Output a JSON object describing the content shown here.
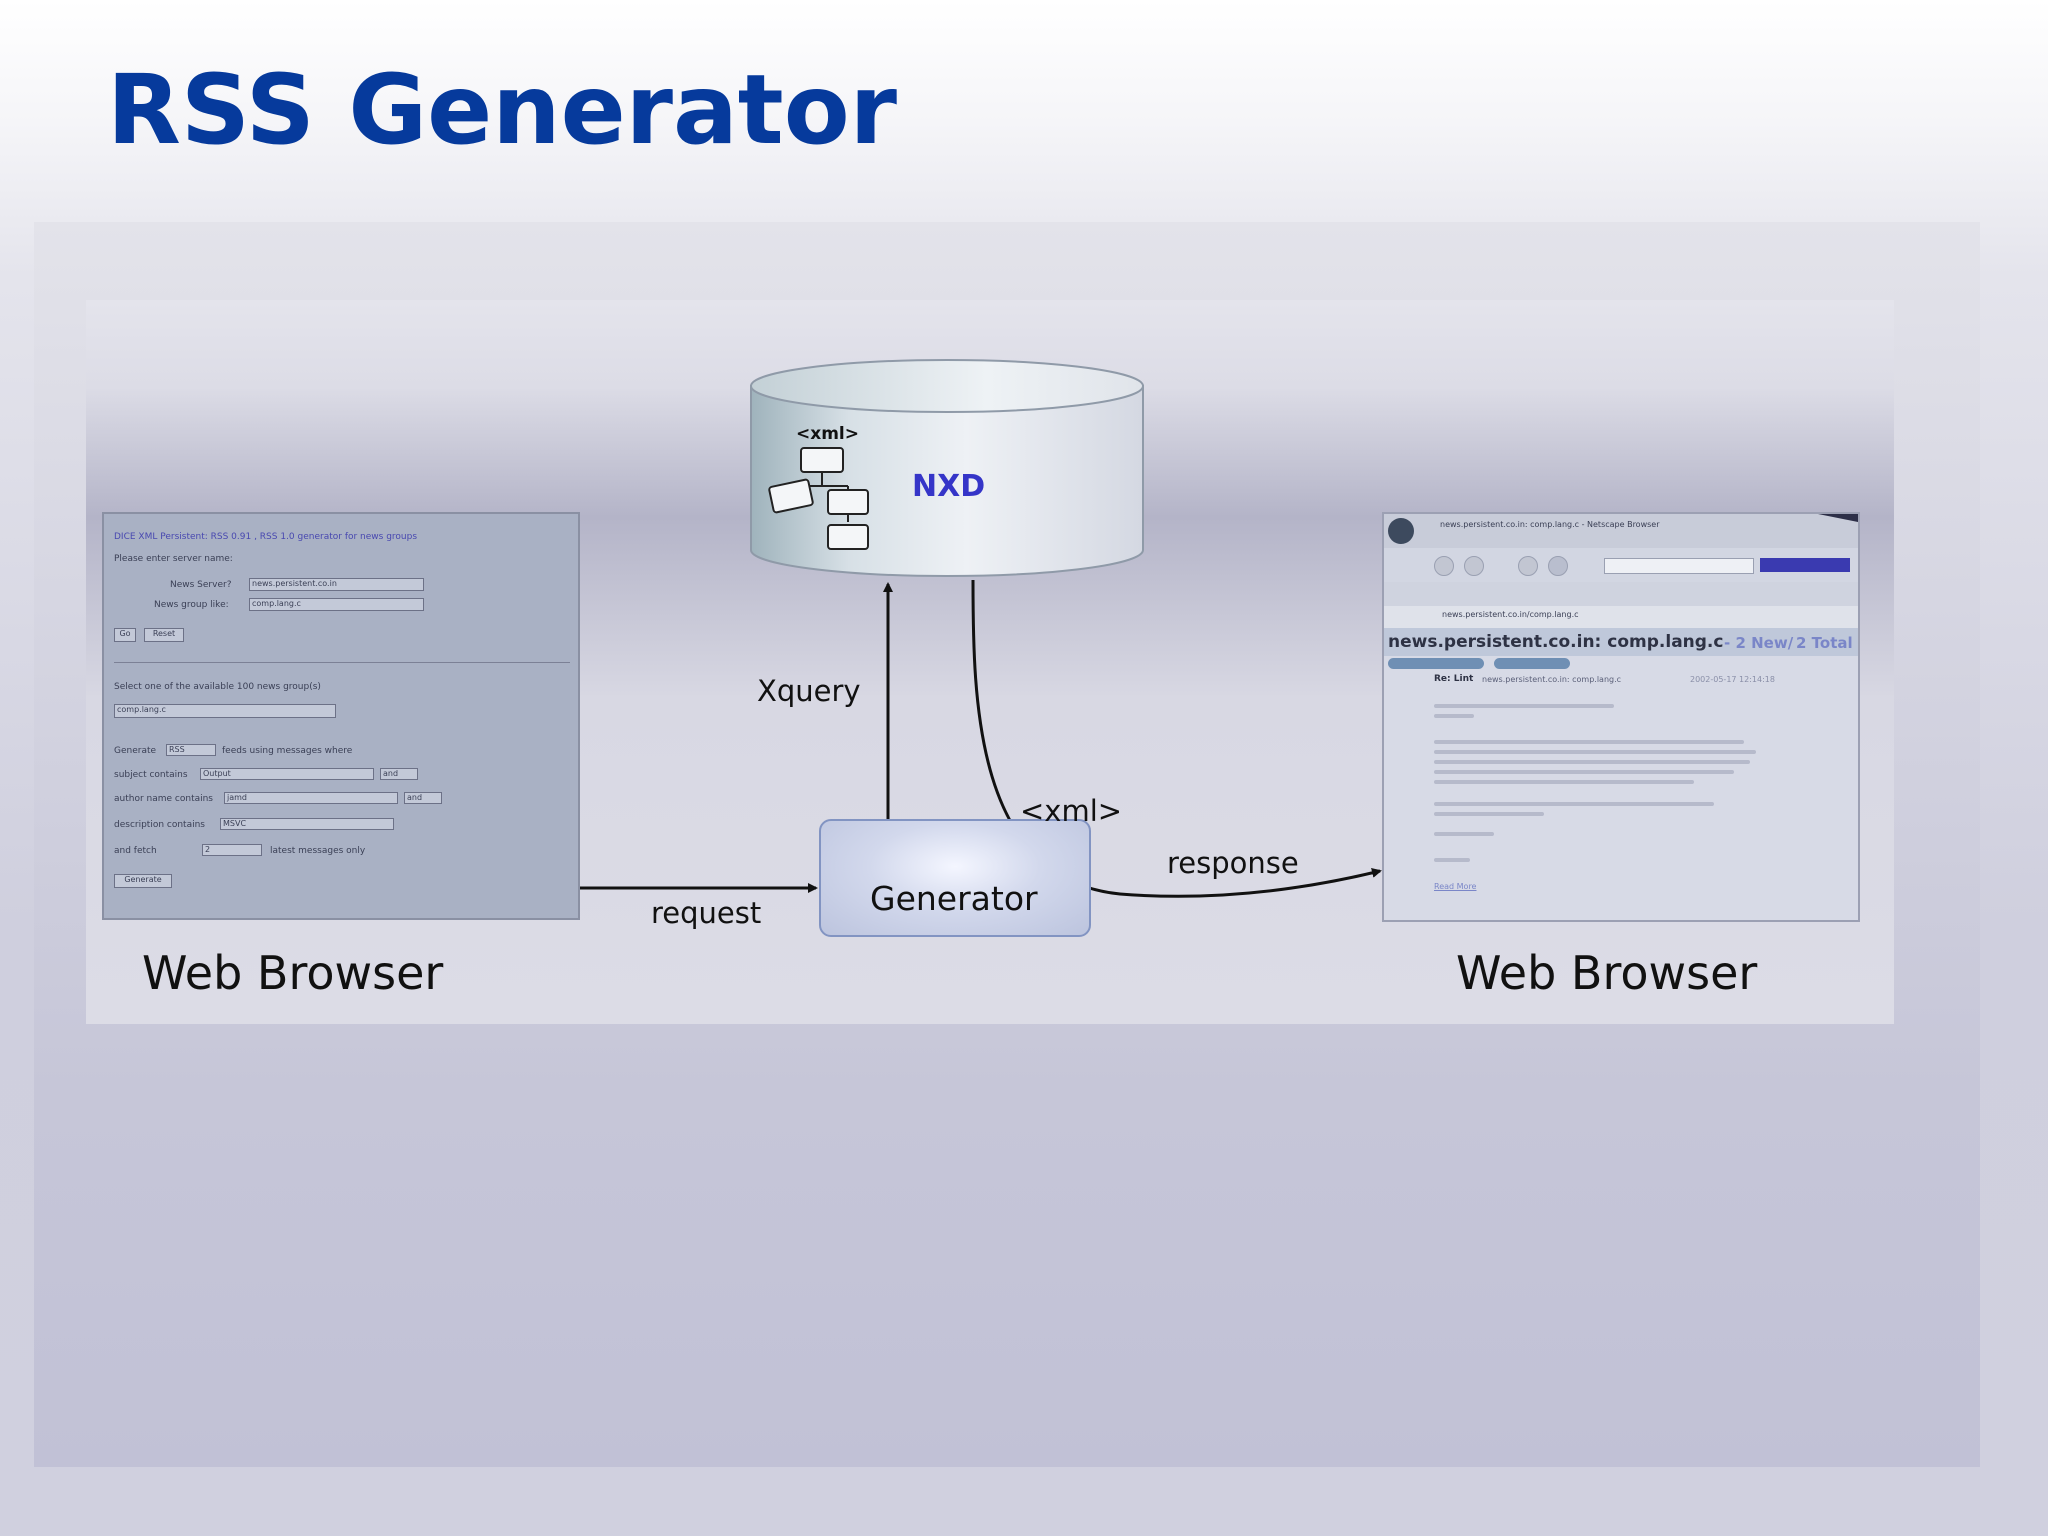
{
  "slide": {
    "title": "RSS Generator"
  },
  "diagram": {
    "database_label": "NXD",
    "database_inner_tag": "<xml>",
    "generator_label": "Generator",
    "left_browser_label": "Web Browser",
    "right_browser_label": "Web Browser",
    "edge_request": "request",
    "edge_xquery": "Xquery",
    "edge_xml": "<xml>",
    "edge_response": "response"
  },
  "left_screenshot": {
    "heading": "DICE XML Persistent: RSS 0.91 , RSS 1.0 generator for news groups",
    "prompt": "Please enter server name:",
    "news_server_label": "News Server?",
    "news_server_value": "news.persistent.co.in",
    "news_group_label": "News group like:",
    "news_group_value": "comp.lang.c",
    "go_button": "Go",
    "reset_button": "Reset",
    "select_prompt": "Select one of the available 100 news group(s)",
    "select_value": "comp.lang.c",
    "generate_label": "Generate",
    "generate_format": "RSS",
    "generate_suffix": "feeds using messages where",
    "subject_label": "subject contains",
    "subject_value": "Output",
    "author_label": "author name contains",
    "author_value": "jamd",
    "description_label": "description contains",
    "description_value": "MSVC",
    "op_value": "and",
    "and_fetch_label": "and fetch",
    "fetch_value": "2",
    "fetch_suffix": "latest messages only",
    "generate_button": "Generate"
  },
  "right_screenshot": {
    "window_title": "news.persistent.co.in: comp.lang.c - Netscape Browser",
    "address": "news.persistent.co.in/comp.lang.c",
    "page_heading": "news.persistent.co.in: comp.lang.c",
    "new_count": "- 2 New/",
    "total_count": "2 Total",
    "message_subject": "Re: Lint",
    "message_from": "news.persistent.co.in: comp.lang.c",
    "message_date": "2002-05-17 12:14:18",
    "read_more": "Read More"
  },
  "colors": {
    "title": "#063a9c",
    "nxd": "#3535c8",
    "arrow": "#111111"
  }
}
